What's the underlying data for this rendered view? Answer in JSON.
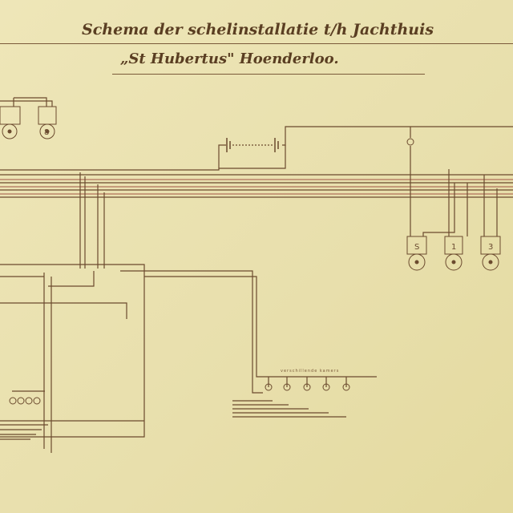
{
  "title": {
    "line1": "Schema der schelinstallatie t/h Jachthuis",
    "line2": "„St Hubertus\" Hoenderloo."
  },
  "bells": {
    "top_left": [
      "",
      "8"
    ],
    "right": [
      "S",
      "1",
      "3"
    ]
  },
  "bottom_group_label": "verschillende kamers",
  "colors": {
    "paper": "#ebe3b3",
    "ink": "#6b4a2e",
    "red_ink": "#b0705a"
  }
}
